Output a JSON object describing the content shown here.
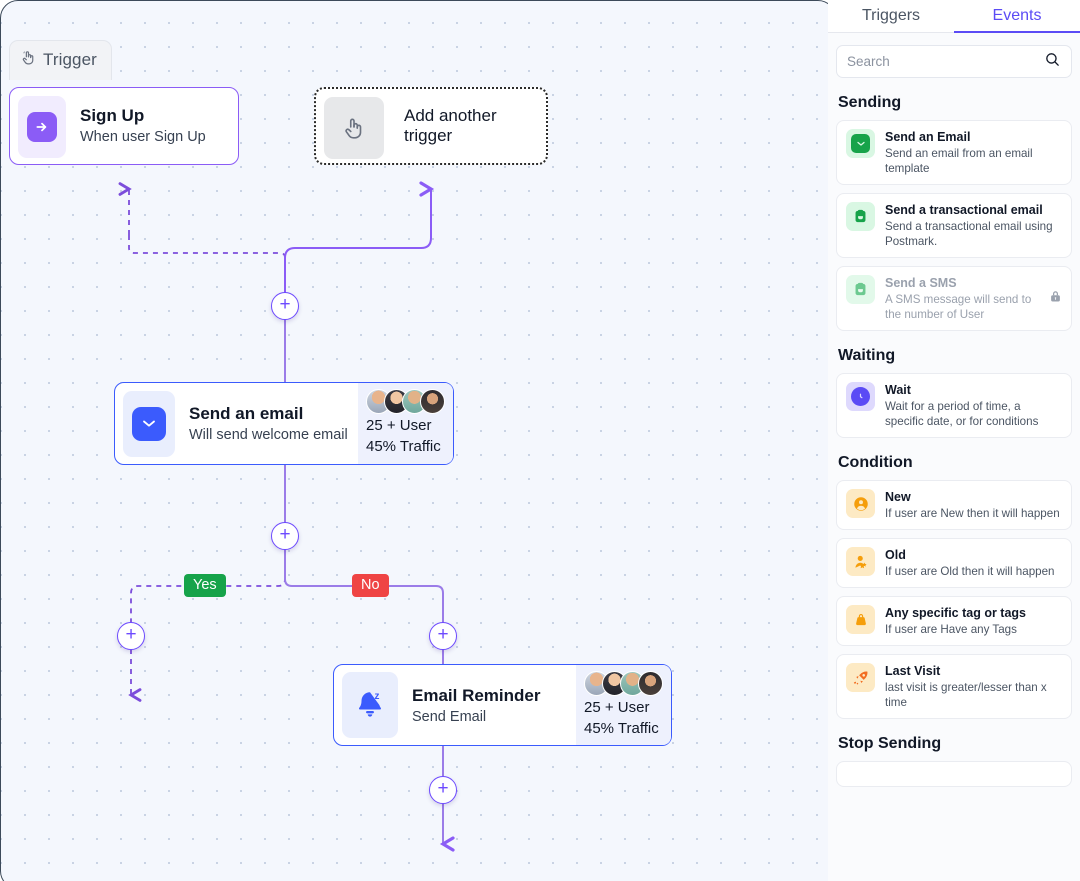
{
  "canvas": {
    "trigger_tab": {
      "label": "Trigger",
      "icon": "tap-hand-icon"
    },
    "nodes": [
      {
        "id": "signup",
        "icon": "arrow-right-in-box-icon",
        "title": "Sign Up",
        "subtitle": "When user Sign Up",
        "accent": "#8b5cf6"
      },
      {
        "id": "add-trigger",
        "icon": "tap-hand-icon",
        "title": "Add another trigger",
        "subtitle": "",
        "accent": "#2b2b2b"
      },
      {
        "id": "send-email",
        "icon": "envelope-icon",
        "title": "Send an email",
        "subtitle": "Will send welcome email",
        "accent": "#3b5bfd",
        "stats": {
          "users": "25 + User",
          "traffic": "45% Traffic",
          "avatar_count": 4
        }
      },
      {
        "id": "email-reminder",
        "icon": "sleeping-bell-icon",
        "title": "Email Reminder",
        "subtitle": "Send Email",
        "accent": "#3b5bfd",
        "stats": {
          "users": "25 + User",
          "traffic": "45% Traffic",
          "avatar_count": 4
        }
      }
    ],
    "branch_labels": [
      {
        "id": "yes",
        "text": "Yes",
        "color": "#16a34a"
      },
      {
        "id": "no",
        "text": "No",
        "color": "#ef4444"
      }
    ],
    "add_buttons": [
      {
        "id": "add-1",
        "glyph": "+"
      },
      {
        "id": "add-2",
        "glyph": "+"
      },
      {
        "id": "add-3",
        "glyph": "+"
      },
      {
        "id": "add-4",
        "glyph": "+"
      },
      {
        "id": "add-5",
        "glyph": "+"
      }
    ]
  },
  "sidebar": {
    "tabs": [
      {
        "id": "triggers",
        "label": "Triggers",
        "active": false
      },
      {
        "id": "events",
        "label": "Events",
        "active": true
      }
    ],
    "search": {
      "value": "",
      "placeholder": "Search",
      "icon": "search-icon"
    },
    "sections": [
      {
        "id": "sending",
        "title": "Sending",
        "items": [
          {
            "id": "send-an-email",
            "title": "Send an Email",
            "desc": "Send an email from an email template",
            "icon": "envelope-icon",
            "tone": "green",
            "locked": false
          },
          {
            "id": "send-transactional-email",
            "title": "Send a transactional email",
            "desc": "Send a transactional email using Postmark.",
            "icon": "inbox-icon",
            "tone": "green",
            "locked": false
          },
          {
            "id": "send-sms",
            "title": "Send a SMS",
            "desc": "A SMS message will send to the number of User",
            "icon": "inbox-icon",
            "tone": "green",
            "locked": true
          }
        ]
      },
      {
        "id": "waiting",
        "title": "Waiting",
        "items": [
          {
            "id": "wait",
            "title": "Wait",
            "desc": "Wait for a period of time, a specific date, or for conditions",
            "icon": "clock-icon",
            "tone": "purple",
            "locked": false
          }
        ]
      },
      {
        "id": "condition",
        "title": "Condition",
        "items": [
          {
            "id": "new",
            "title": "New",
            "desc": "If user are New then it will happen",
            "icon": "user-circle-icon",
            "tone": "orange",
            "locked": false
          },
          {
            "id": "old",
            "title": "Old",
            "desc": "If user are Old then it will happen",
            "icon": "user-star-icon",
            "tone": "orange",
            "locked": false
          },
          {
            "id": "any-tag",
            "title": "Any specific tag or tags",
            "desc": "If user are Have any Tags",
            "icon": "tag-icon",
            "tone": "orange",
            "locked": false
          },
          {
            "id": "last-visit",
            "title": "Last Visit",
            "desc": "last visit is greater/lesser than x time",
            "icon": "rocket-icon",
            "tone": "orange",
            "locked": false
          }
        ]
      },
      {
        "id": "stop-sending",
        "title": "Stop Sending",
        "items": []
      }
    ]
  },
  "colors": {
    "accent_purple": "#5b4bf5",
    "accent_blue": "#3b5bfd",
    "yes_green": "#16a34a",
    "no_red": "#ef4444",
    "canvas_bg": "#f4f7fd"
  }
}
